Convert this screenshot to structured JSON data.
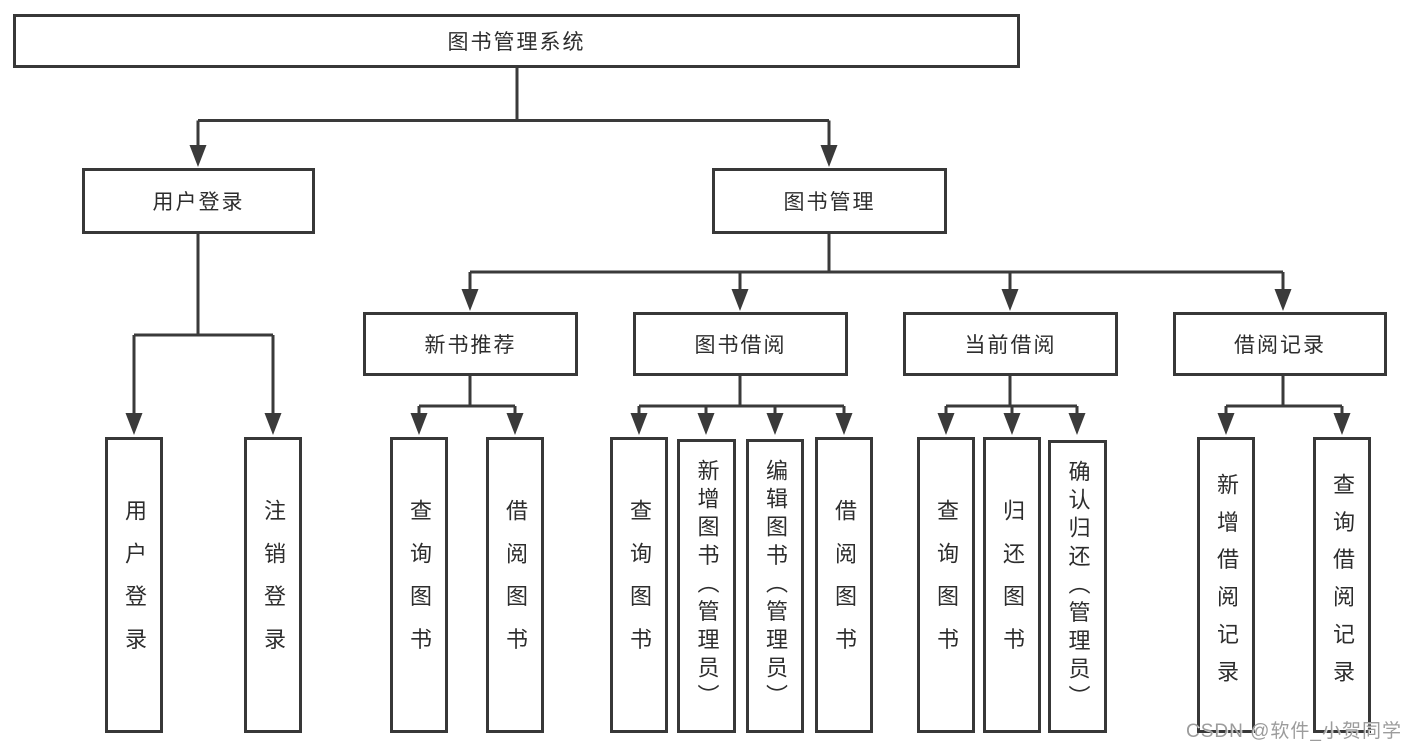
{
  "diagram": {
    "root": {
      "label": "图书管理系统"
    },
    "branches": [
      {
        "label": "用户登录",
        "children": [
          {
            "label": "用户登录"
          },
          {
            "label": "注销登录"
          }
        ]
      },
      {
        "label": "图书管理",
        "children": [
          {
            "label": "新书推荐",
            "children": [
              {
                "label": "查询图书"
              },
              {
                "label": "借阅图书"
              }
            ]
          },
          {
            "label": "图书借阅",
            "children": [
              {
                "label": "查询图书"
              },
              {
                "label": "新增图书（管理员）"
              },
              {
                "label": "编辑图书（管理员）"
              },
              {
                "label": "借阅图书"
              }
            ]
          },
          {
            "label": "当前借阅",
            "children": [
              {
                "label": "查询图书"
              },
              {
                "label": "归还图书"
              },
              {
                "label": "确认归还（管理员）"
              }
            ]
          },
          {
            "label": "借阅记录",
            "children": [
              {
                "label": "新增借阅记录"
              },
              {
                "label": "查询借阅记录"
              }
            ]
          }
        ]
      }
    ]
  },
  "watermark": {
    "text": "CSDN @软件_小贺同学"
  },
  "colors": {
    "line": "#3a3a3a",
    "border": "#383838",
    "text": "#2d2d2d",
    "background": "#ffffff",
    "watermark": "#9c9c9c"
  }
}
